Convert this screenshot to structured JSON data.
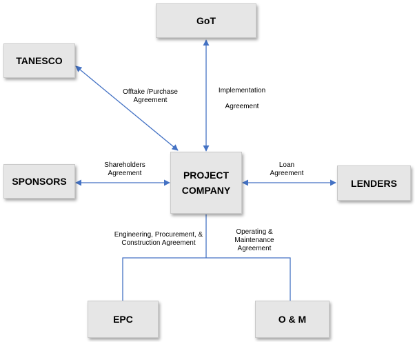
{
  "nodes": {
    "got": "GoT",
    "tanesco": "TANESCO",
    "sponsors": "SPONSORS",
    "project_line1": "PROJECT",
    "project_line2": "COMPANY",
    "lenders": "LENDERS",
    "epc": "EPC",
    "om": "O & M"
  },
  "edges": {
    "offtake_line1": "Offtake /Purchase",
    "offtake_line2": "Agreement",
    "implementation_line1": "Implementation",
    "implementation_line2": "Agreement",
    "shareholders_line1": "Shareholders",
    "shareholders_line2": "Agreement",
    "loan_line1": "Loan",
    "loan_line2": "Agreement",
    "epc_line1": "Engineering, Procurement, &",
    "epc_line2": "Construction Agreement",
    "om_line1": "Operating &",
    "om_line2": "Maintenance",
    "om_line3": "Agreement"
  },
  "colors": {
    "connector": "#4472c4",
    "box_fill": "#e6e6e6"
  }
}
